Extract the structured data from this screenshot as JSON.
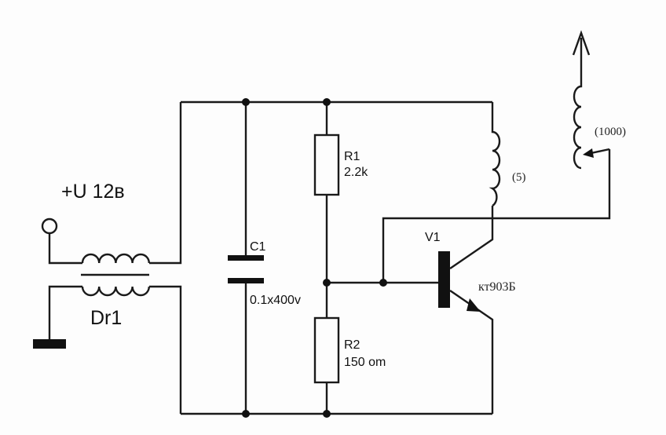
{
  "supply": {
    "label": "+U 12в"
  },
  "choke": {
    "label": "Dr1"
  },
  "capacitor": {
    "name": "C1",
    "value": "0.1x400v"
  },
  "resistor1": {
    "name": "R1",
    "value": "2.2k"
  },
  "resistor2": {
    "name": "R2",
    "value": "150 om"
  },
  "transistor": {
    "name": "V1",
    "part": "кт903Б"
  },
  "primary_coil": {
    "turns": "(5)"
  },
  "secondary_coil": {
    "turns": "(1000)"
  }
}
